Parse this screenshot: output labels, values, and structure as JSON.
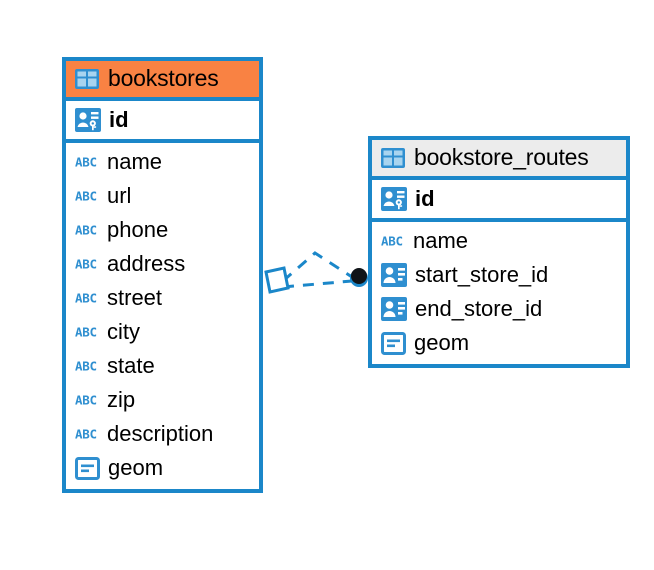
{
  "diagram": {
    "kind": "entity-relationship-diagram",
    "background": "#ffffff",
    "accent_color": "#f98243",
    "line_color": "#1b87c9",
    "neutral_header_color": "#ececec",
    "text_color": "#000000"
  },
  "tables": [
    {
      "id": "bookstores",
      "name": "bookstores",
      "header_style": "accent",
      "table_icon": "table-icon",
      "primary_key": {
        "name": "id",
        "icon": "primary-key-icon",
        "type": "identity"
      },
      "fields": [
        {
          "name": "name",
          "icon": "text-type-icon"
        },
        {
          "name": "url",
          "icon": "text-type-icon"
        },
        {
          "name": "phone",
          "icon": "text-type-icon"
        },
        {
          "name": "address",
          "icon": "text-type-icon"
        },
        {
          "name": "street",
          "icon": "text-type-icon"
        },
        {
          "name": "city",
          "icon": "text-type-icon"
        },
        {
          "name": "state",
          "icon": "text-type-icon"
        },
        {
          "name": "zip",
          "icon": "text-type-icon"
        },
        {
          "name": "description",
          "icon": "text-type-icon"
        },
        {
          "name": "geom",
          "icon": "geometry-type-icon"
        }
      ]
    },
    {
      "id": "bookstore_routes",
      "name": "bookstore_routes",
      "header_style": "neutral",
      "table_icon": "table-icon",
      "primary_key": {
        "name": "id",
        "icon": "primary-key-icon",
        "type": "identity"
      },
      "fields": [
        {
          "name": "name",
          "icon": "text-type-icon"
        },
        {
          "name": "start_store_id",
          "icon": "foreign-key-icon"
        },
        {
          "name": "end_store_id",
          "icon": "foreign-key-icon"
        },
        {
          "name": "geom",
          "icon": "geometry-type-icon"
        }
      ]
    }
  ],
  "relationships": [
    {
      "id": "start-store-link",
      "from_table": "bookstores",
      "to_table": "bookstore_routes",
      "from_marker": "diamond-open",
      "to_marker": "filled-circle",
      "line_style": "dashed"
    },
    {
      "id": "end-store-link",
      "from_table": "bookstores",
      "to_table": "bookstore_routes",
      "from_marker": "diamond-open",
      "to_marker": "filled-circle",
      "line_style": "dashed"
    }
  ]
}
